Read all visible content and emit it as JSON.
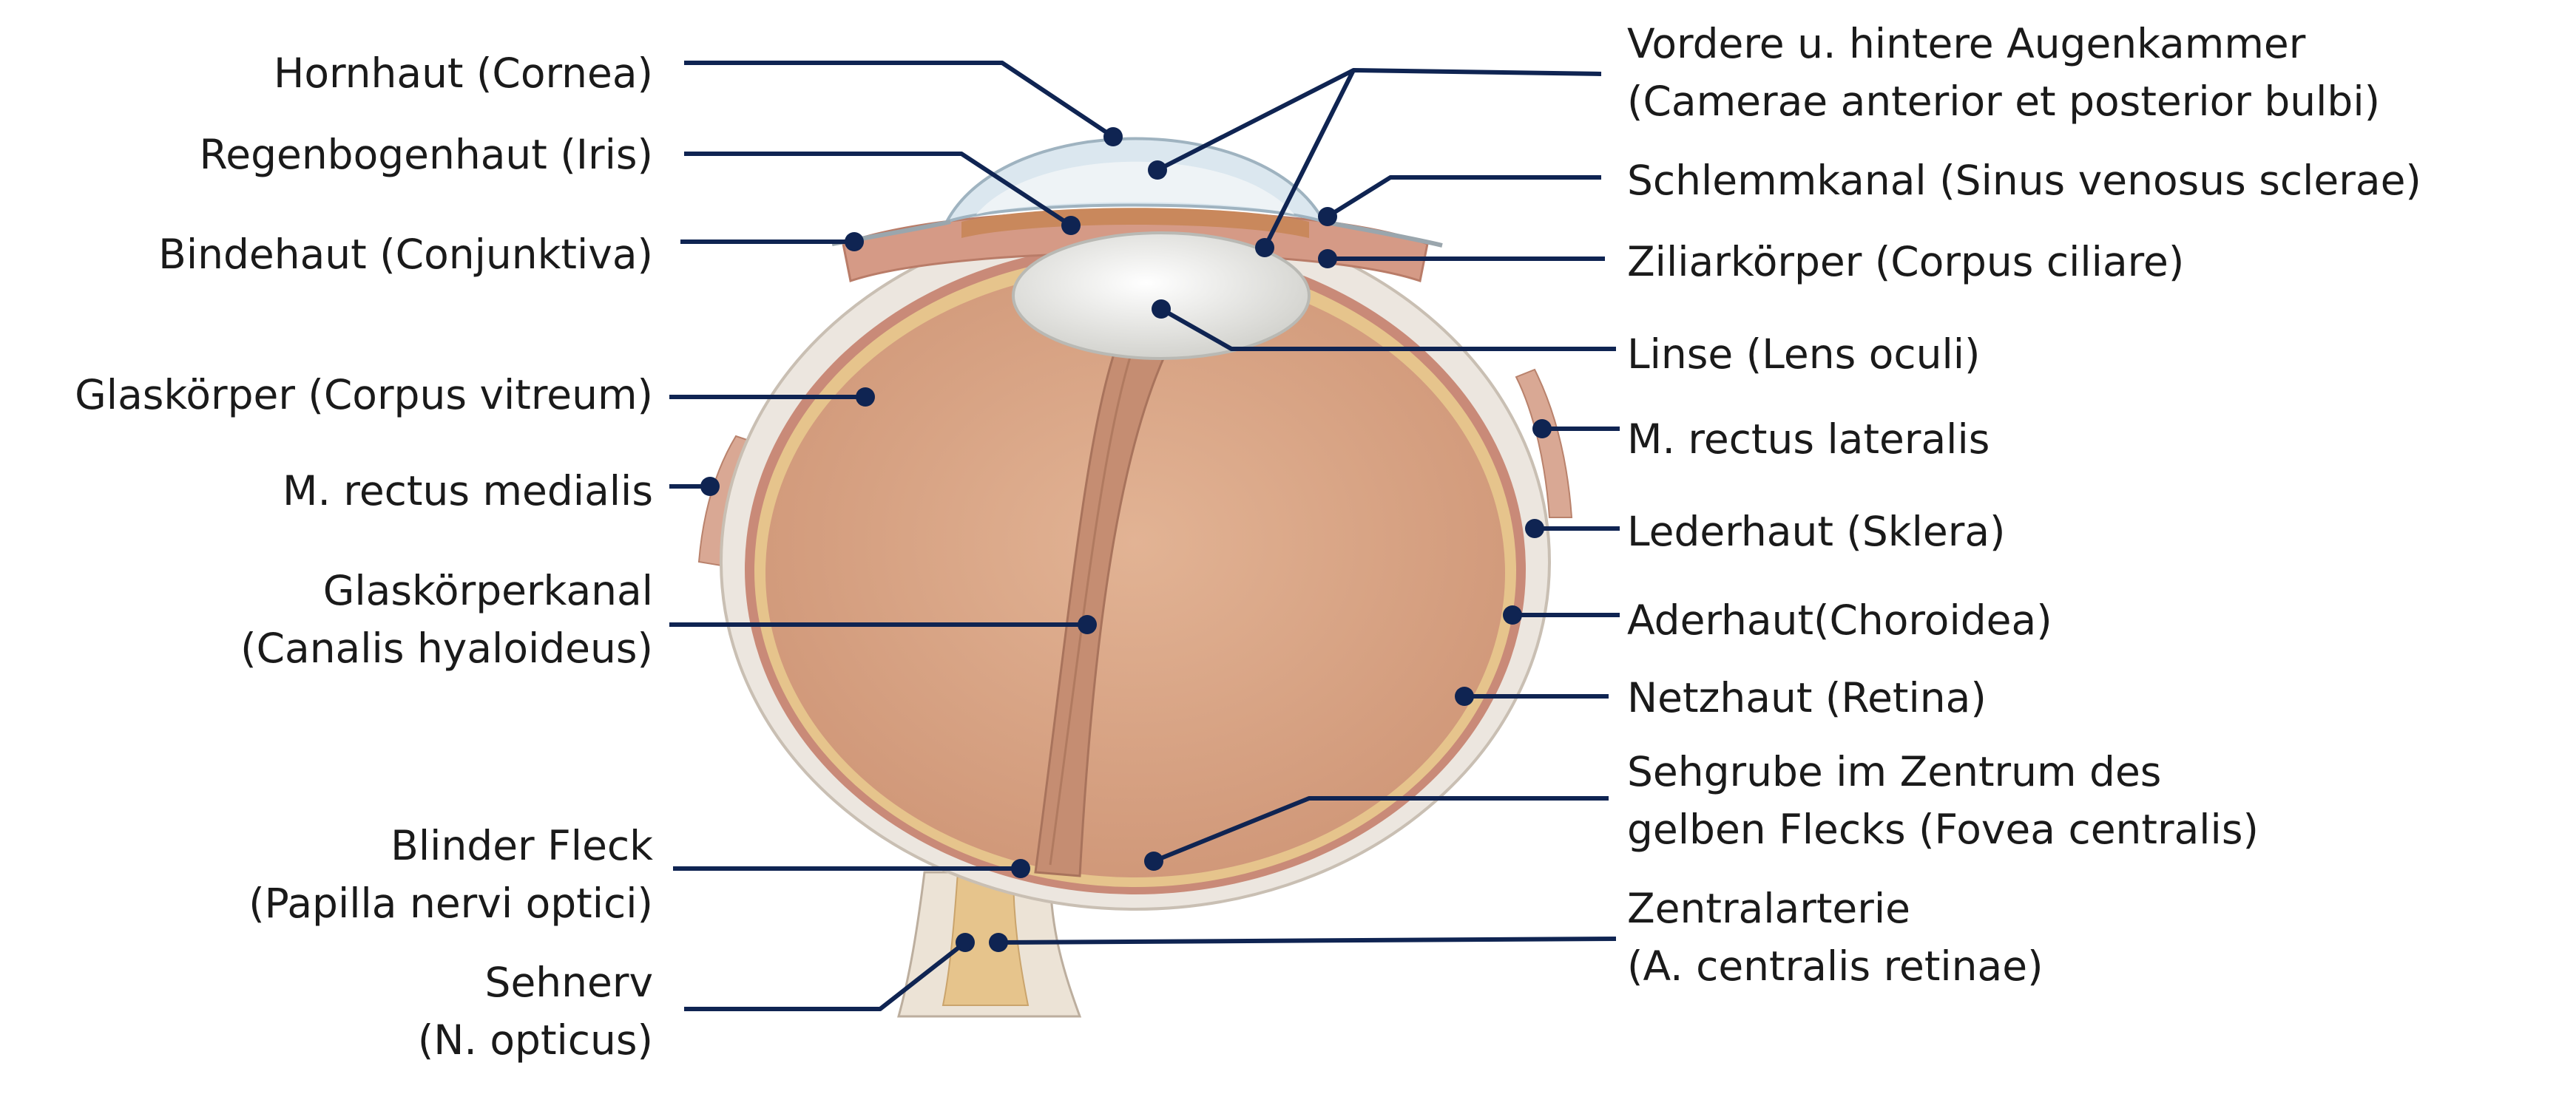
{
  "colors": {
    "leader": "#0f2452",
    "text": "#1a1a1a",
    "vitreous": "#dca78a",
    "sclera": "#ece6df",
    "choroid": "#c98a78",
    "retina": "#e6c48c",
    "lens": "#e9e9e6",
    "cornea": "#dbe7ef",
    "nerve": "#e6c48c"
  },
  "labels": {
    "cornea": [
      "Hornhaut (Cornea)"
    ],
    "iris": [
      "Regenbogenhaut (Iris)"
    ],
    "conjunctiva": [
      "Bindehaut (Conjunktiva)"
    ],
    "vitreous": [
      "Glaskörper (Corpus vitreum)"
    ],
    "rectus_medialis": [
      "M. rectus medialis"
    ],
    "hyaloid_canal": [
      "Glaskörperkanal",
      "(Canalis hyaloideus)"
    ],
    "blind_spot": [
      "Blinder Fleck",
      "(Papilla nervi optici)"
    ],
    "optic_nerve": [
      "Sehnerv",
      "(N. opticus)"
    ],
    "chambers": [
      "Vordere u. hintere Augenkammer",
      "(Camerae anterior et posterior bulbi)"
    ],
    "schlemm": [
      "Schlemmkanal (Sinus venosus sclerae)"
    ],
    "ciliary": [
      "Ziliarkörper (Corpus ciliare)"
    ],
    "lens": [
      "Linse (Lens oculi)"
    ],
    "rectus_lateralis": [
      "M. rectus lateralis"
    ],
    "sclera": [
      "Lederhaut (Sklera)"
    ],
    "choroid": [
      "Aderhaut(Choroidea)"
    ],
    "retina": [
      "Netzhaut (Retina)"
    ],
    "fovea": [
      "Sehgrube im Zentrum des",
      "gelben Flecks (Fovea centralis)"
    ],
    "central_artery": [
      "Zentralarterie",
      "(A. centralis retinae)"
    ]
  }
}
